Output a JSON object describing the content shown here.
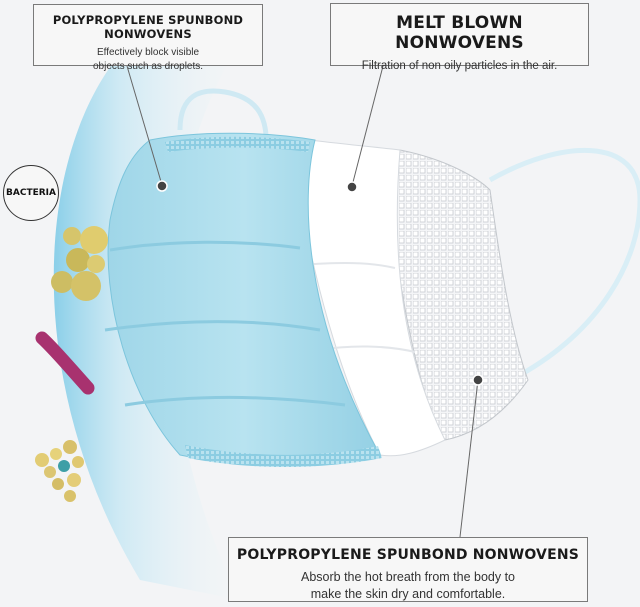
{
  "callouts": {
    "outer_layer": {
      "title": "POLYPROPYLENE SPUNBOND NONWOVENS",
      "description": "Effectively block visible\nobjects  such as droplets."
    },
    "middle_layer": {
      "title": "MELT BLOWN NONWOVENS",
      "description": "Filtration of non oily particles in the air."
    },
    "inner_layer": {
      "title": "POLYPROPYLENE SPUNBOND NONWOVENS",
      "description": "Absorb the hot breath from the body to\nmake the skin dry and comfortable."
    }
  },
  "bacteria_badge": {
    "label": "BACTERIA"
  },
  "colors": {
    "mask_blue": "#a8dbea",
    "mask_blue_dark": "#6fc1da",
    "melt_blown_white": "#ffffff",
    "inner_mesh": "#eef0f2",
    "shield_blue": "#c9e9f6",
    "bacteria_yellow": "#d9c46a",
    "bacteria_magenta": "#a8326f"
  },
  "icons": [
    "bacteria-cluster-icon",
    "rod-bacteria-icon",
    "cocci-cluster-icon"
  ]
}
